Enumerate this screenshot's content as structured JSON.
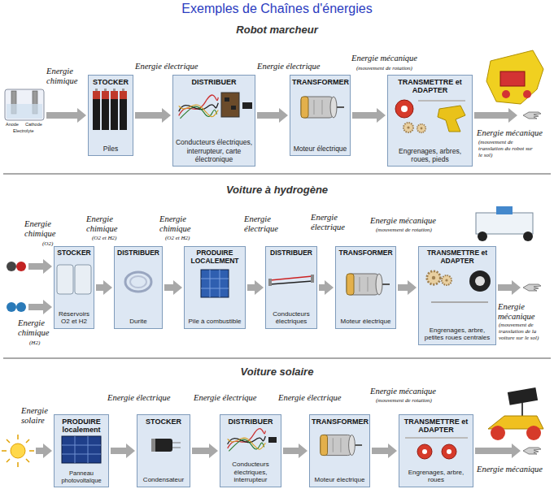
{
  "diagram": {
    "title": "Exemples de Chaînes d'énergies",
    "nodes": [
      {
        "text": [
          "STOCKER",
          "Piles"
        ]
      },
      {
        "text": [
          "DISTRIBUER",
          "Conducteurs électriques, interrupteur, carte électronique"
        ]
      },
      {
        "text": [
          "TRANSFORMER",
          "Moteur électrique"
        ]
      },
      {
        "text": [
          "TRANSMETTRE et ADAPTER",
          "Engrenages, arbres, roues, pieds"
        ]
      },
      {
        "text": [
          "STOCKER",
          "Réservoirs O2 et H2"
        ]
      },
      {
        "text": [
          "DISTRIBUER",
          "Durite"
        ]
      },
      {
        "text": [
          "PRODUIRE LOCALEMENT",
          "Pile à combustible"
        ]
      },
      {
        "text": [
          "DISTRIBUER",
          "Conducteurs électriques"
        ]
      },
      {
        "text": [
          "TRANSFORMER",
          "Moteur électrique"
        ]
      },
      {
        "text": [
          "TRANSMETTRE et ADAPTER",
          "Engrenages, arbre, petites roues centrales"
        ]
      },
      {
        "text": [
          "PRODUIRE localement",
          "Panneau photovoltaïque"
        ]
      },
      {
        "text": [
          "STOCKER",
          "Condensateur"
        ]
      },
      {
        "text": [
          "DISTRIBUER",
          "Conducteurs électriques, interrupteur"
        ]
      },
      {
        "text": [
          "TRANSFORMER",
          "Moteur électrique"
        ]
      },
      {
        "text": [
          "TRANSMETTRE et ADAPTER",
          "Engrenages, arbre, roues"
        ]
      }
    ],
    "edges": [
      {
        "from": 0,
        "to": 1,
        "label": "Energie électrique",
        "arrow": "to"
      },
      {
        "from": 1,
        "to": 2,
        "label": "Energie électrique",
        "arrow": "to"
      },
      {
        "from": 2,
        "to": 3,
        "label": "Energie mécanique",
        "arrow": "to"
      },
      {
        "from": 4,
        "to": 5,
        "label": "Energie chimique",
        "arrow": "to"
      },
      {
        "from": 5,
        "to": 6,
        "label": "Energie chimique",
        "arrow": "to"
      },
      {
        "from": 6,
        "to": 7,
        "label": "Energie électrique",
        "arrow": "to"
      },
      {
        "from": 7,
        "to": 8,
        "label": "Energie électrique",
        "arrow": "to"
      },
      {
        "from": 8,
        "to": 9,
        "label": "Energie mécanique",
        "arrow": "to"
      },
      {
        "from": 10,
        "to": 11,
        "label": "Energie électrique",
        "arrow": "to"
      },
      {
        "from": 11,
        "to": 12,
        "label": "Energie électrique",
        "arrow": "to"
      },
      {
        "from": 12,
        "to": 13,
        "label": "Energie électrique",
        "arrow": "to"
      },
      {
        "from": 13,
        "to": 14,
        "label": "Energie mécanique",
        "arrow": "to"
      }
    ],
    "labels": [
      "Robot marcheur",
      "Energie chimique",
      "Anode",
      "Cathode",
      "Electrolyte",
      "(mouvement de rotation)",
      "Energie mécanique",
      "(mouvement de translation du robot sur le sol)",
      "Voiture à hydrogène",
      "Energie chimique",
      "(O2)",
      "Energie chimique",
      "(H2)",
      "(O2 et H2)",
      "(O2 et H2)",
      "(mouvement de rotation)",
      "Energie mécanique",
      "(mouvement de translation de la voiture sur le sol)",
      "Voiture solaire",
      "Energie solaire",
      "(mouvement de rotation)",
      "Energie mécanique"
    ]
  }
}
